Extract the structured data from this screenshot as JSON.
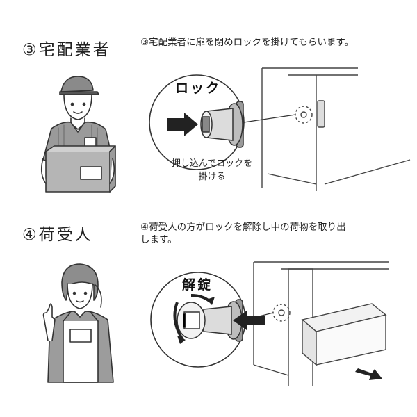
{
  "step3": {
    "title": "③宅配業者",
    "description": "③宅配業者に扉を閉めロックを掛けてもらいます。",
    "callout_label": "ロック",
    "note_line1": "押し込んでロックを",
    "note_line2": "掛ける"
  },
  "step4": {
    "title": "④荷受人",
    "description_prefix": "④",
    "description_underlined": "荷受人",
    "description_line1_rest": "の方がロックを解除し中の荷物を取り出",
    "description_line2": "します。",
    "callout_label": "解錠"
  }
}
